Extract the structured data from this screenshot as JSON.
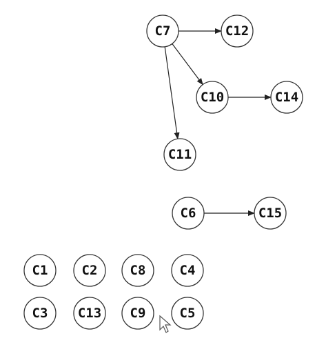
{
  "graph": {
    "nodes": [
      {
        "id": "C7",
        "label": "C7"
      },
      {
        "id": "C12",
        "label": "C12"
      },
      {
        "id": "C10",
        "label": "C10"
      },
      {
        "id": "C14",
        "label": "C14"
      },
      {
        "id": "C11",
        "label": "C11"
      },
      {
        "id": "C6",
        "label": "C6"
      },
      {
        "id": "C15",
        "label": "C15"
      },
      {
        "id": "C1",
        "label": "C1"
      },
      {
        "id": "C2",
        "label": "C2"
      },
      {
        "id": "C8",
        "label": "C8"
      },
      {
        "id": "C4",
        "label": "C4"
      },
      {
        "id": "C3",
        "label": "C3"
      },
      {
        "id": "C13",
        "label": "C13"
      },
      {
        "id": "C9",
        "label": "C9"
      },
      {
        "id": "C5",
        "label": "C5"
      }
    ],
    "edges": [
      {
        "from": "C7",
        "to": "C12"
      },
      {
        "from": "C7",
        "to": "C10"
      },
      {
        "from": "C7",
        "to": "C11"
      },
      {
        "from": "C10",
        "to": "C14"
      },
      {
        "from": "C6",
        "to": "C15"
      }
    ]
  },
  "cursor": {
    "icon": "mouse-pointer-icon"
  }
}
